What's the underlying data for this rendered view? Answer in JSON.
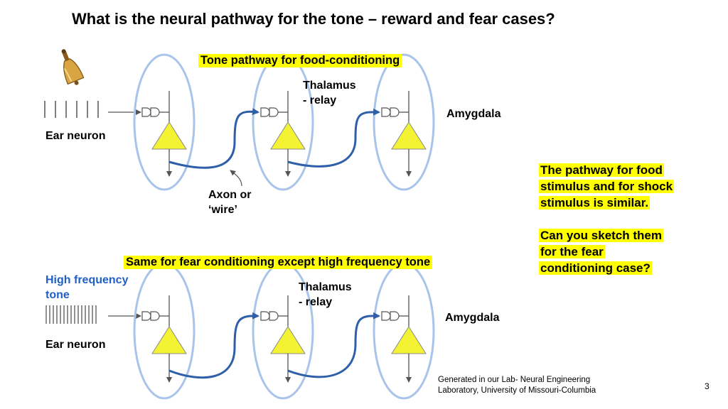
{
  "title": "What is the neural pathway for the tone – reward and fear cases?",
  "top_panel": {
    "banner": "Tone pathway  for food-conditioning",
    "ear_label": "Ear neuron",
    "thalamus_line1": "Thalamus",
    "thalamus_line2": "- relay",
    "amygdala": "Amygdala",
    "axon_line1": "Axon or",
    "axon_line2": "‘wire’"
  },
  "bottom_panel": {
    "banner": "Same for fear conditioning  except high frequency tone",
    "hf_line1": "High frequency",
    "hf_line2": "tone",
    "ear_label": "Ear neuron",
    "thalamus_line1": "Thalamus",
    "thalamus_line2": "- relay",
    "amygdala": "Amygdala"
  },
  "note": {
    "p1": [
      "The pathway for food",
      "stimulus and for shock",
      "stimulus is similar."
    ],
    "p2": [
      "Can you sketch them",
      "for the fear",
      "conditioning case?"
    ]
  },
  "footer": {
    "line1": "Generated in our Lab- Neural Engineering",
    "line2": "Laboratory, University of Missouri-Columbia"
  },
  "page_number": "3",
  "colors": {
    "neuron_body": "#f3f334",
    "ellipse_stroke": "#a9c4ea",
    "axon": "#2e5fa8",
    "highlight": "#ffff00",
    "label_blue": "#1f5fc6"
  },
  "icons": {
    "stimulus": "bell-icon"
  }
}
